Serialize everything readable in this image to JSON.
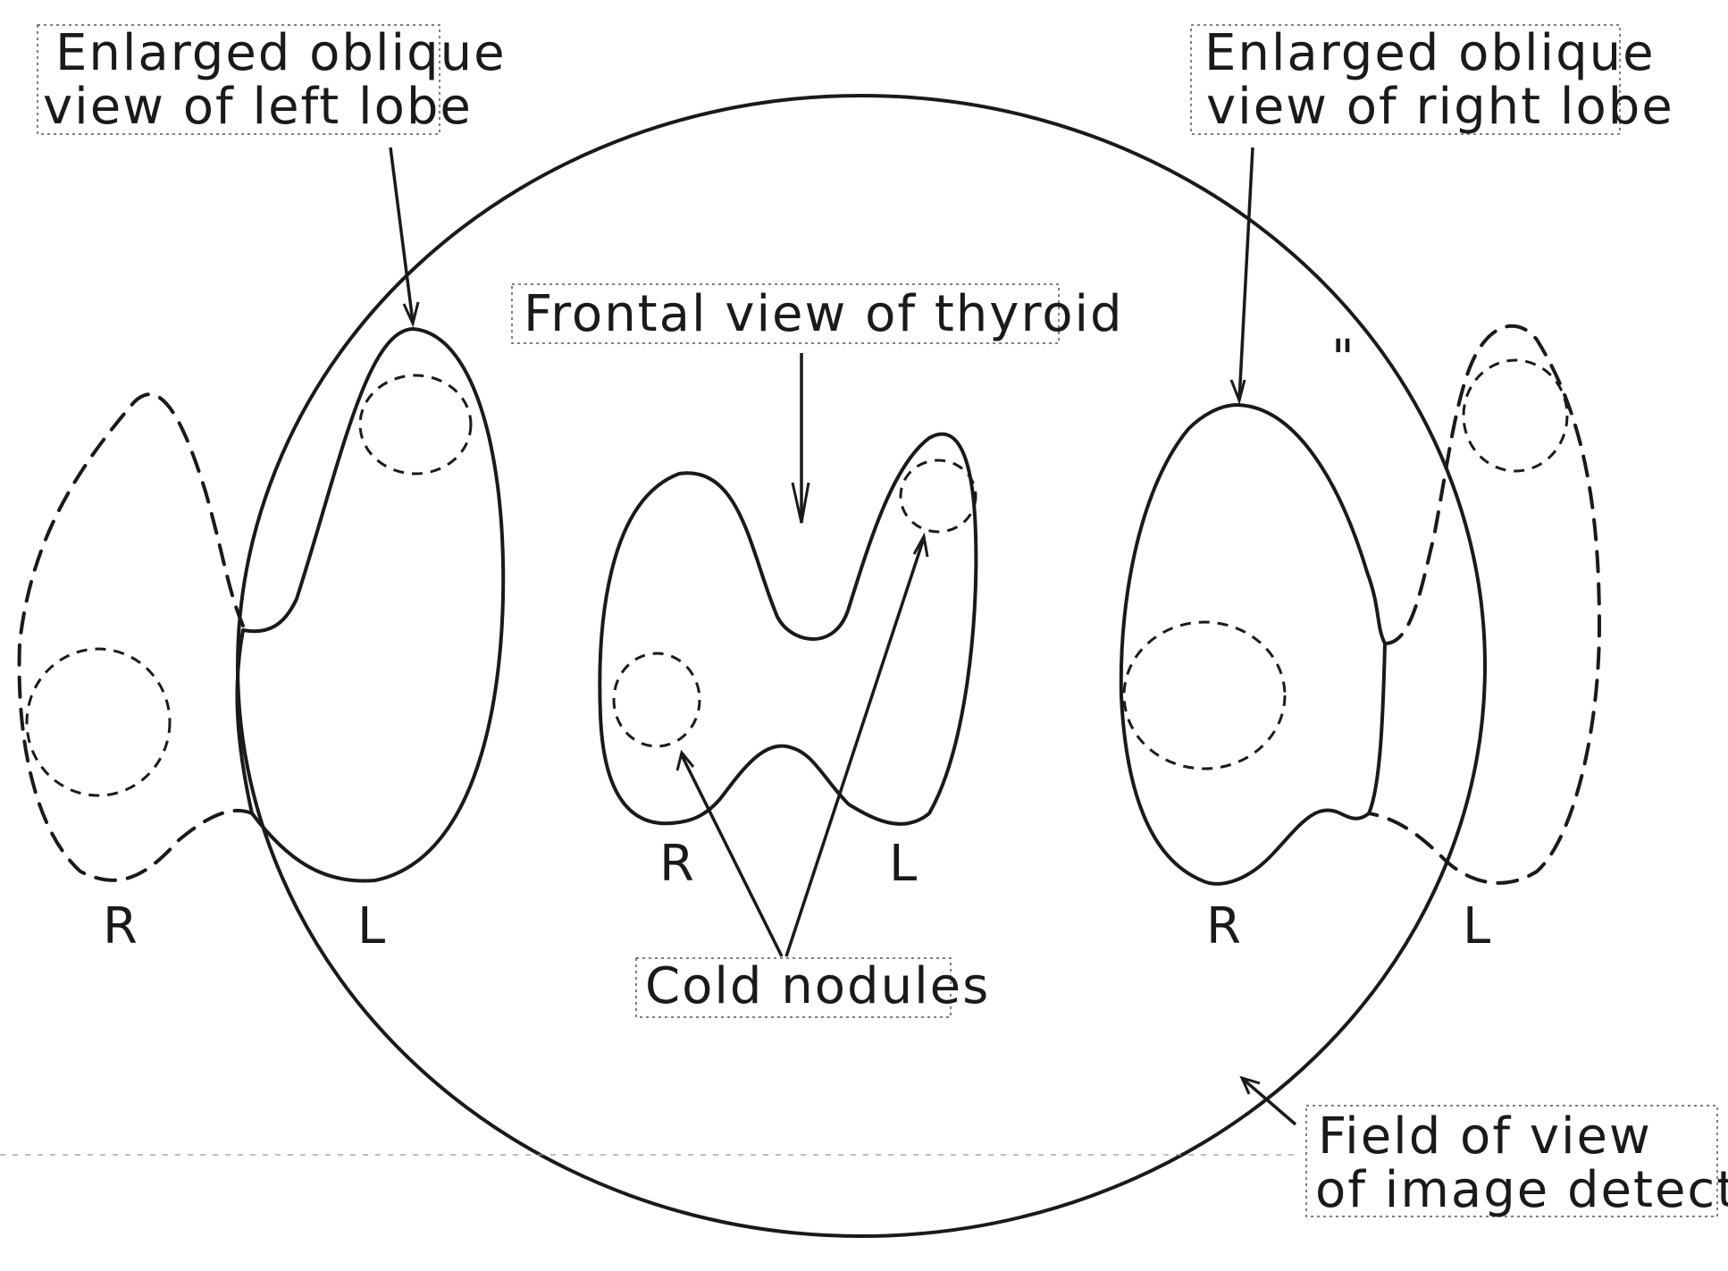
{
  "labels": {
    "left_title_line1": "Enlarged oblique",
    "left_title_line2": "view of left lobe",
    "right_title_line1": "Enlarged oblique",
    "right_title_line2": "view of right lobe",
    "frontal_title": "Frontal view of thyroid",
    "cold_nodules": "Cold nodules",
    "field_line1": "Field of view",
    "field_line2": "of image detector",
    "left_R": "R",
    "left_L": "L",
    "center_R": "R",
    "center_L": "L",
    "right_R": "R",
    "right_L": "L"
  },
  "colors": {
    "ink": "#1a1a1a",
    "paper": "#ffffff"
  }
}
